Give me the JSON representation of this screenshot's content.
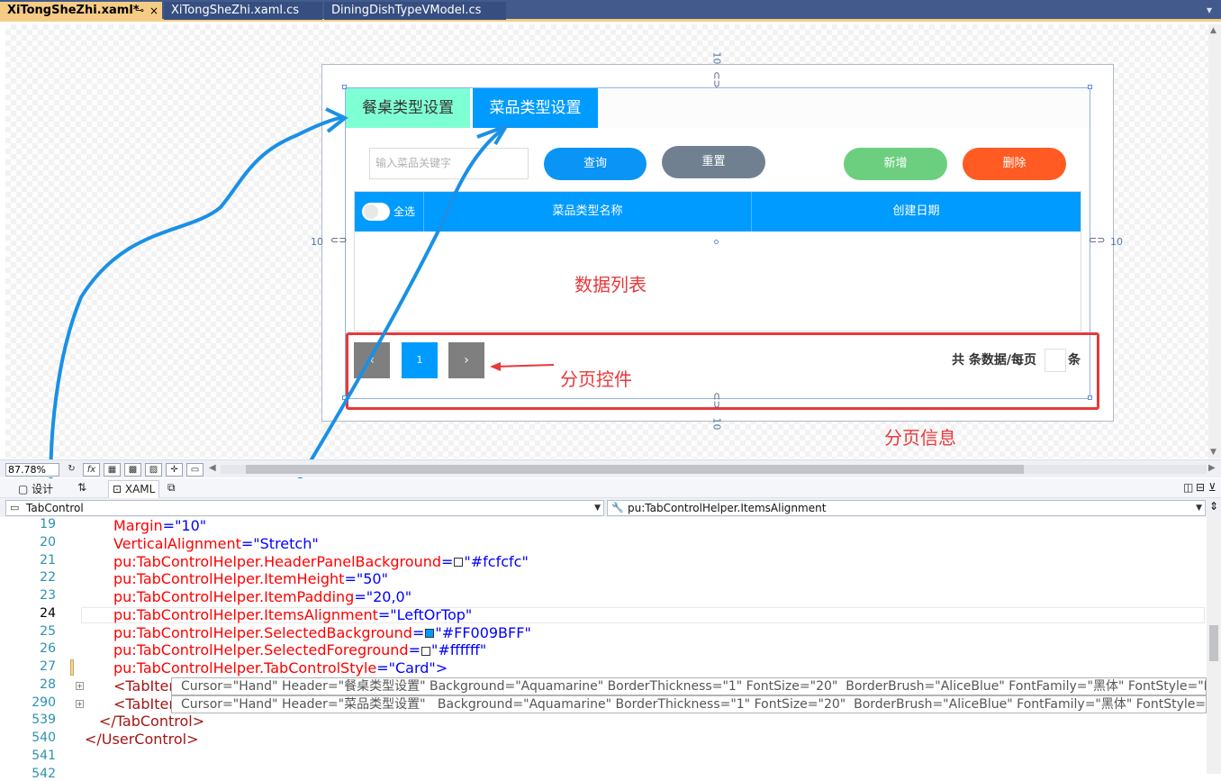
{
  "doc_tabs": [
    {
      "label": "XiTongSheZhi.xaml*",
      "active": true
    },
    {
      "label": "XiTongSheZhi.xaml.cs",
      "active": false
    },
    {
      "label": "DiningDishTypeVModel.cs",
      "active": false
    }
  ],
  "tab_icons": {
    "pin": "⊸",
    "close": "×",
    "dropdown": "▾"
  },
  "design": {
    "tab_canzhuo": "餐桌类型设置",
    "tab_caipin": "菜品类型设置",
    "search_placeholder": "输入菜品关键字",
    "btn_query": "查询",
    "btn_reset": "重置",
    "btn_add": "新增",
    "btn_delete": "删除",
    "select_all": "全选",
    "col_name": "菜品类型名称",
    "col_date": "创建日期",
    "annot_list": "数据列表",
    "annot_pager": "分页控件",
    "annot_info": "分页信息",
    "page_prev": "‹",
    "page_current": "1",
    "page_next": "›",
    "pager_info": "共 条数据/每页",
    "pager_unit": "条",
    "margin_top": "10",
    "margin_bottom": "10",
    "margin_left": "10",
    "margin_right": "10",
    "colors": {
      "aquamarine": "#7fffd4",
      "selected": "#009bff",
      "annotation": "#e8383a"
    }
  },
  "designer_bar": {
    "zoom": "87.78%",
    "icons": [
      "refresh-icon",
      "fx-icon",
      "grid-icon",
      "snap-grid-icon",
      "artboard-icon",
      "snap-lines-icon"
    ]
  },
  "split_bar": {
    "design_label": "设计",
    "swap": "⇅",
    "xaml_label": "XAML"
  },
  "nav_bar": {
    "left": "TabControl",
    "right": "pu:TabControlHelper.ItemsAlignment"
  },
  "code_lines": [
    {
      "num": "19",
      "attr": "Margin",
      "val": "\"10\""
    },
    {
      "num": "20",
      "attr": "VerticalAlignment",
      "val": "\"Stretch\""
    },
    {
      "num": "21",
      "attr": "pu:TabControlHelper.HeaderPanelBackground",
      "val": "\"#fcfcfc\"",
      "swatch": "#fcfcfc"
    },
    {
      "num": "22",
      "attr": "pu:TabControlHelper.ItemHeight",
      "val": "\"50\""
    },
    {
      "num": "23",
      "attr": "pu:TabControlHelper.ItemPadding",
      "val": "\"20,0\""
    },
    {
      "num": "24",
      "attr": "pu:TabControlHelper.ItemsAlignment",
      "val": "\"LeftOrTop\""
    },
    {
      "num": "25",
      "attr": "pu:TabControlHelper.SelectedBackground",
      "val": "\"#FF009BFF\"",
      "swatch": "#009bff"
    },
    {
      "num": "26",
      "attr": "pu:TabControlHelper.SelectedForeground",
      "val": "\"#ffffff\"",
      "swatch": "#ffffff"
    },
    {
      "num": "27",
      "attr": "pu:TabControlHelper.TabControlStyle",
      "val": "\"Card\">"
    }
  ],
  "code_tail": [
    {
      "num": "28",
      "text": "<TabItem"
    },
    {
      "num": "290",
      "text": "<TabItem"
    },
    {
      "num": "539",
      "text": "</TabControl>"
    },
    {
      "num": "540",
      "text": "</UserControl>"
    },
    {
      "num": "541",
      "text": ""
    },
    {
      "num": "542",
      "text": ""
    }
  ],
  "tooltips": [
    "Cursor=\"Hand\" Header=\"餐桌类型设置\" Background=\"Aquamarine\" BorderThickness=\"1\" FontSize=\"20\"  BorderBrush=\"AliceBlue\" FontFamily=\"黑体\" FontStyle=\"Normal\"",
    "Cursor=\"Hand\" Header=\"菜品类型设置\"   Background=\"Aquamarine\" BorderThickness=\"1\" FontSize=\"20\"  BorderBrush=\"AliceBlue\" FontFamily=\"黑体\" FontStyle=\"Normal\""
  ]
}
